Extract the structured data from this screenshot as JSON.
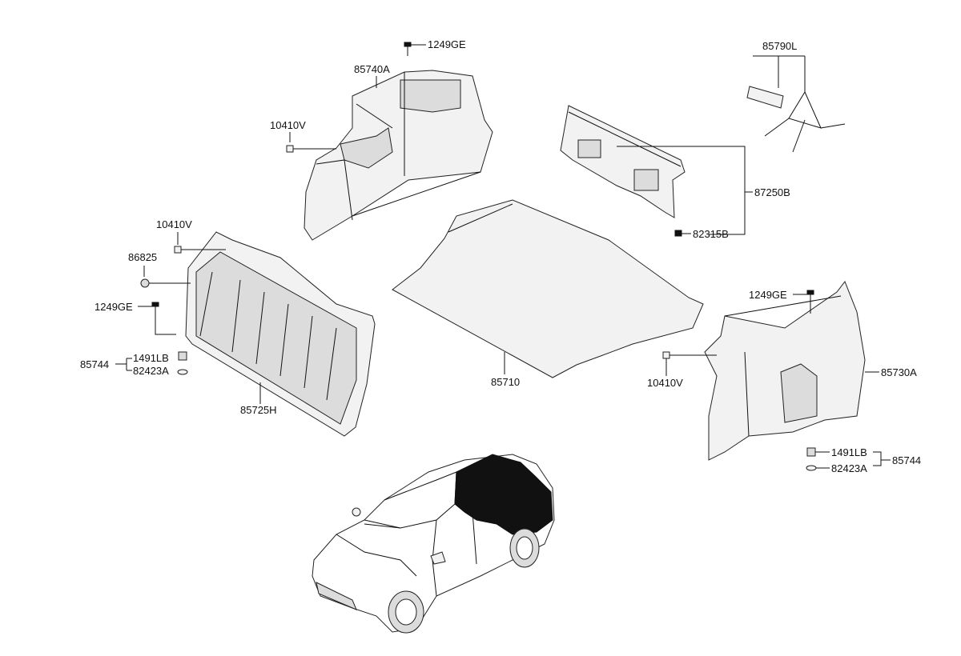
{
  "labels": {
    "p85740A": "85740A",
    "p1249GE_top": "1249GE",
    "p10410V_top": "10410V",
    "p85790L": "85790L",
    "p87250B": "87250B",
    "p82315B": "82315B",
    "p10410V_left": "10410V",
    "p86825": "86825",
    "p1249GE_left": "1249GE",
    "p1491LB_left": "1491LB",
    "p85744_left": "85744",
    "p82423A_left": "82423A",
    "p85725H": "85725H",
    "p85710": "85710",
    "p1249GE_right": "1249GE",
    "p85730A": "85730A",
    "p10410V_right": "10410V",
    "p1491LB_right": "1491LB",
    "p82423A_right": "82423A",
    "p85744_right": "85744"
  }
}
